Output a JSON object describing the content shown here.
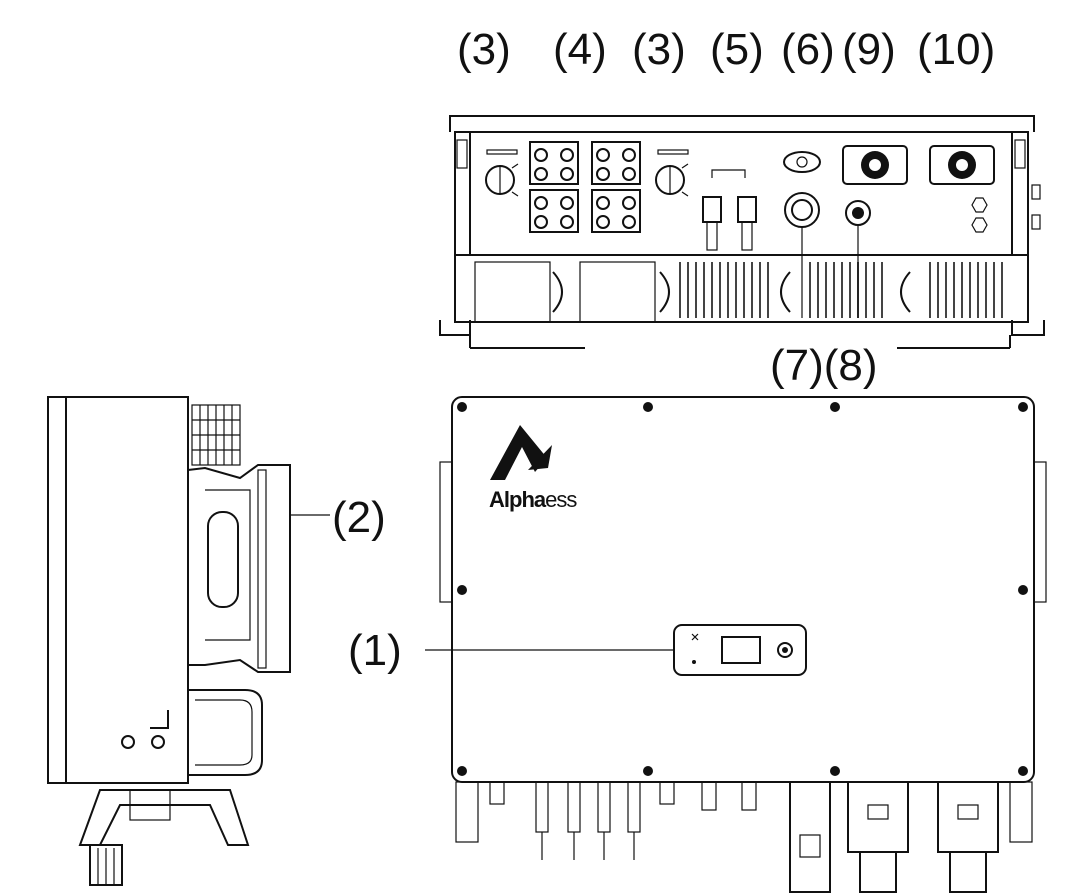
{
  "callouts": {
    "top_row": [
      "(3)",
      "(4)",
      "(3)",
      "(5)",
      "(6)",
      "(9)",
      "(10)"
    ],
    "bottom_pair": "(7)(8)",
    "side_heatsink": "(2)",
    "front_display": "(1)"
  },
  "brand": {
    "text_bold": "Alpha",
    "text_rest": "ess"
  },
  "colors": {
    "line": "#111111",
    "background": "#ffffff"
  }
}
